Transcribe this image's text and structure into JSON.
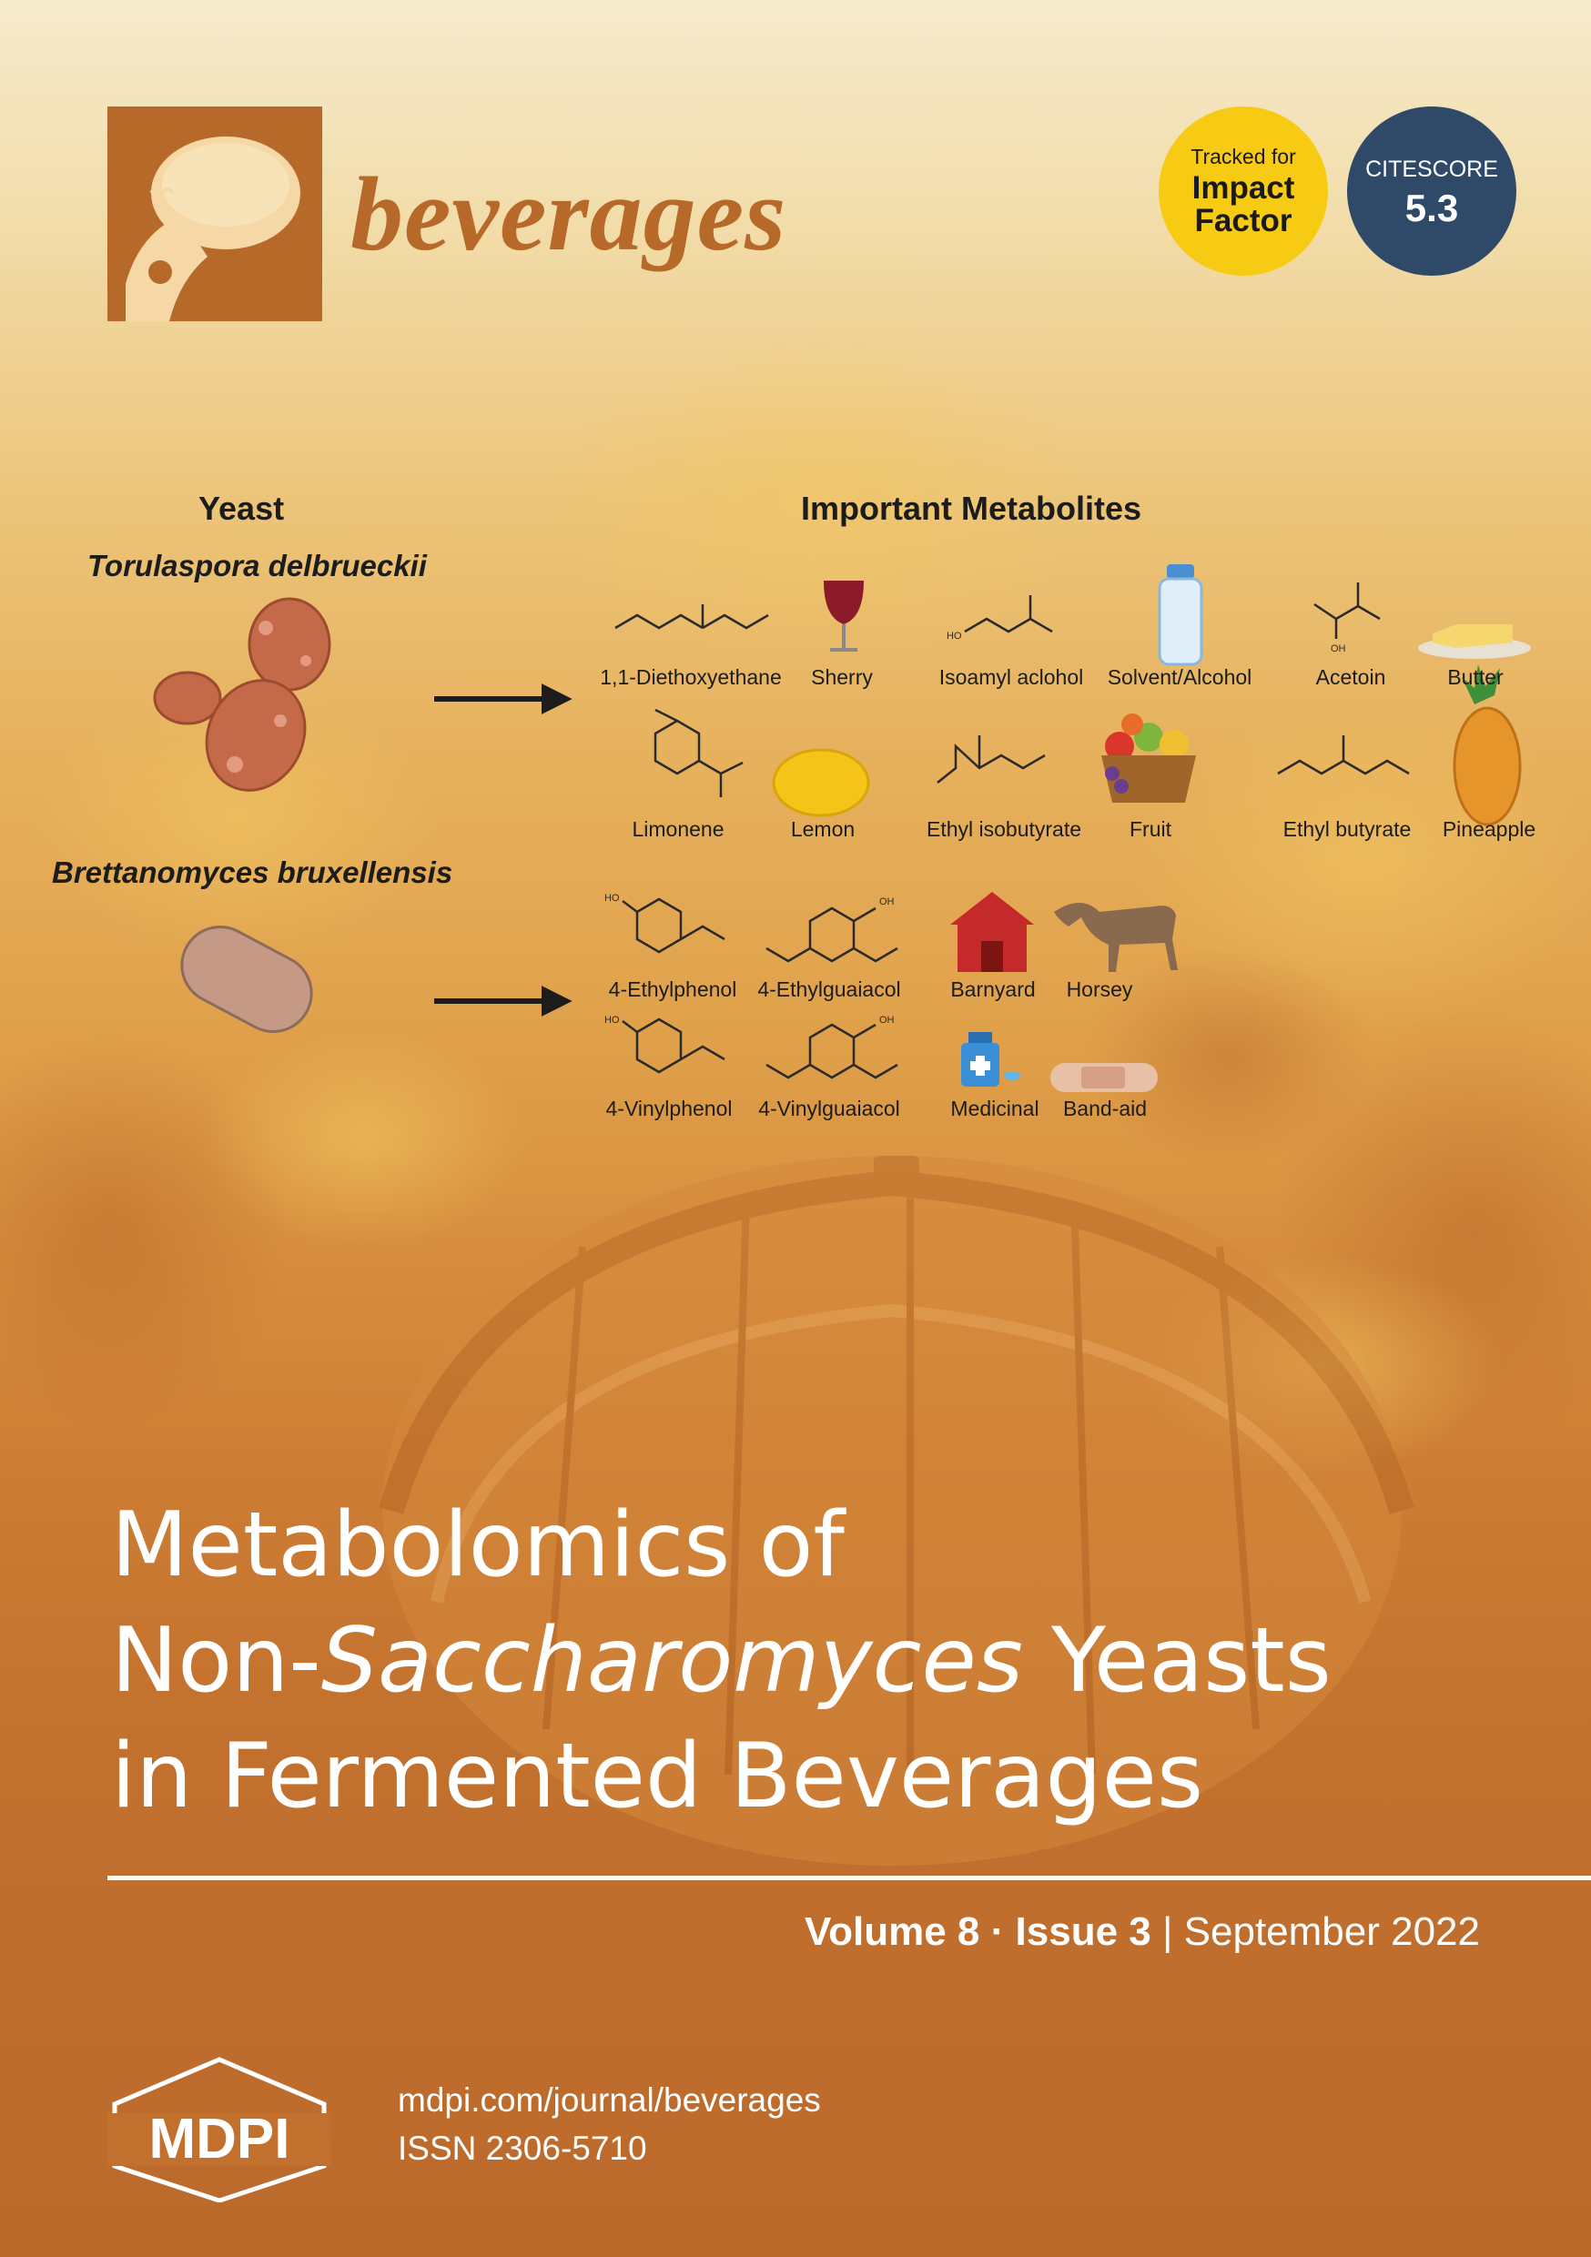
{
  "journal": {
    "name": "beverages",
    "logo": "bottle-cap-opener-logo"
  },
  "badges": {
    "impact": {
      "line1": "Tracked for",
      "line2": "Impact",
      "line3": "Factor",
      "color": "#f7cb14"
    },
    "citescore": {
      "label": "CITESCORE",
      "value": "5.3",
      "color": "#2f4a68"
    }
  },
  "figure": {
    "yeast_heading": "Yeast",
    "metabolites_heading": "Important Metabolites",
    "species": [
      "Torulaspora delbrueckii",
      "Brettanomyces bruxellensis"
    ],
    "labels": {
      "diethoxyethane": "1,1-Diethoxyethane",
      "sherry": "Sherry",
      "isoamyl": "Isoamyl aclohol",
      "solvent": "Solvent/Alcohol",
      "acetoin": "Acetoin",
      "butter": "Butter",
      "limonene": "Limonene",
      "lemon": "Lemon",
      "ethyl_isobutyrate": "Ethyl isobutyrate",
      "fruit": "Fruit",
      "ethyl_butyrate": "Ethyl butyrate",
      "pineapple": "Pineapple",
      "ethylphenol": "4-Ethylphenol",
      "ethylguaiacol": "4-Ethylguaiacol",
      "barnyard": "Barnyard",
      "horsey": "Horsey",
      "vinylphenol": "4-Vinylphenol",
      "vinylguaiacol": "4-Vinylguaiacol",
      "medicinal": "Medicinal",
      "bandaid": "Band-aid"
    },
    "atom_labels": {
      "oh": "OH",
      "ho": "HO"
    }
  },
  "title": {
    "line1": "Metabolomics of",
    "line2_prefix": "Non-",
    "line2_italic": "Saccharomyces",
    "line2_suffix": " Yeasts",
    "line3": "in Fermented Beverages"
  },
  "issue": {
    "volume": "Volume 8",
    "sep": "·",
    "issue": "Issue 3",
    "bar": "|",
    "date": "September 2022"
  },
  "publisher": {
    "name": "MDPI",
    "url": "mdpi.com/journal/beverages",
    "issn": "ISSN 2306-5710"
  }
}
